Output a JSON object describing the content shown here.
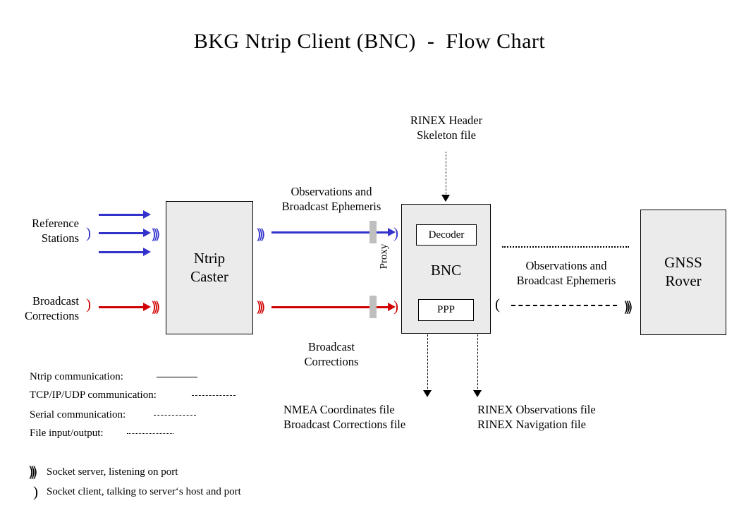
{
  "title": "BKG Ntrip Client (BNC)  -  Flow Chart",
  "nodes": {
    "caster": {
      "line1": "Ntrip",
      "line2": "Caster"
    },
    "bnc": {
      "label": "BNC",
      "decoder": "Decoder",
      "ppp": "PPP"
    },
    "rover": {
      "line1": "GNSS",
      "line2": "Rover"
    },
    "proxy": "Proxy"
  },
  "labels": {
    "reference_stations": "Reference\nStations",
    "broadcast_corrections_left": "Broadcast\nCorrections",
    "obs_and_eph_mid": "Observations and\nBroadcast Ephemeris",
    "broadcast_corrections_mid": "Broadcast\nCorrections",
    "rinex_header_skeleton": "RINEX Header\nSkeleton file",
    "obs_and_eph_right": "Observations and\nBroadcast Ephemeris",
    "nmea_output": "NMEA Coordinates file\nBroadcast Corrections file",
    "rinex_output": "RINEX Observations file\nRINEX Navigation file"
  },
  "legend": {
    "lines": [
      {
        "label": "Ntrip communication:",
        "style": "solid"
      },
      {
        "label": "TCP/IP/UDP communication:",
        "style": "long-dash"
      },
      {
        "label": "Serial communication:",
        "style": "dash"
      },
      {
        "label": "File input/output:",
        "style": "dotted"
      }
    ],
    "sockets": [
      {
        "glyph": "socket-server-icon",
        "label": "Socket server, listening on port"
      },
      {
        "glyph": "socket-client-icon",
        "label": "Socket client, talking to server‘s host and port"
      }
    ]
  },
  "icons": {
    "socket_server": ")))",
    "socket_client": ")",
    "socket_client_open": "("
  },
  "colors": {
    "blue": "#3333cc",
    "red": "#d00000",
    "box_fill": "#ebebeb",
    "proxy_bar": "#bfbfbf",
    "background": "#ffffff"
  }
}
